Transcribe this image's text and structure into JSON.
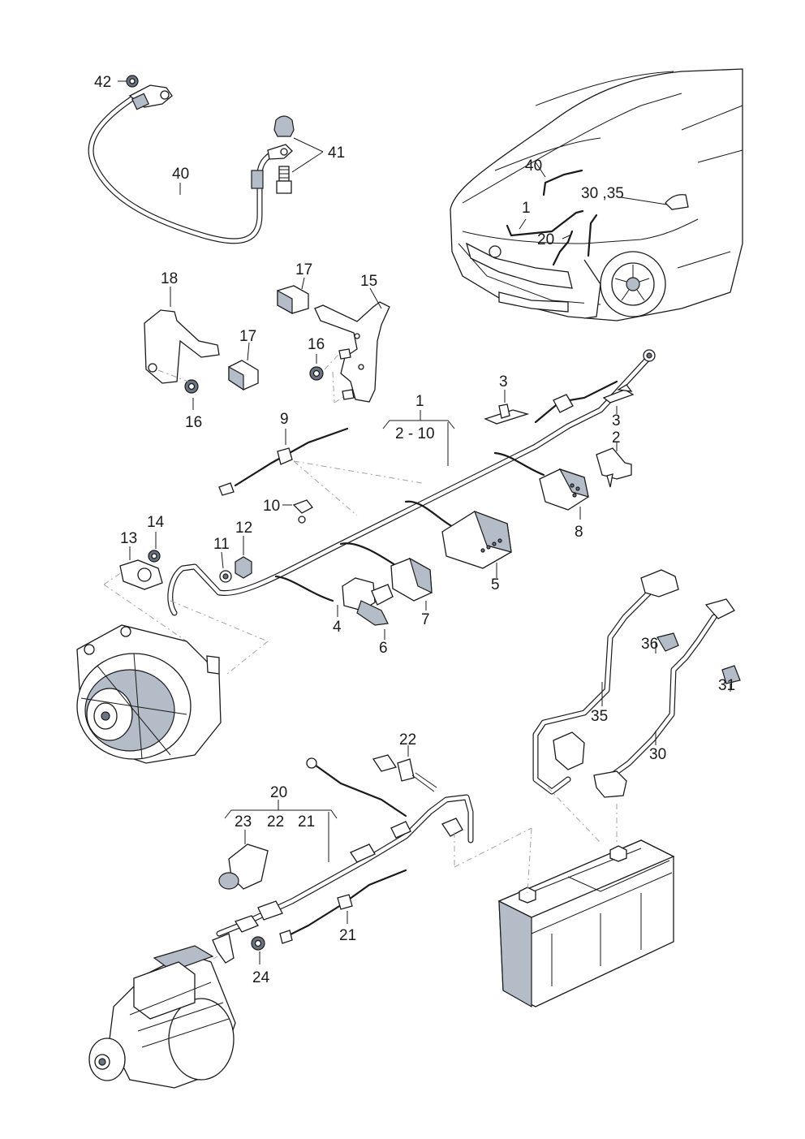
{
  "callouts": {
    "c40_top": "40",
    "c41": "41",
    "c42": "42",
    "c40_car": "40",
    "c30_35_car": "30 ,35",
    "c1_car": "1",
    "c20_car": "20",
    "c18": "18",
    "c17_a": "17",
    "c17_b": "17",
    "c15": "15",
    "c16_a": "16",
    "c16_b": "16",
    "c3_a": "3",
    "c3_b": "3",
    "c1_harness": "1",
    "c2_10": "2 - 10",
    "c9": "9",
    "c2": "2",
    "c8": "8",
    "c10": "10",
    "c14": "14",
    "c13": "13",
    "c11": "11",
    "c12": "12",
    "c5": "5",
    "c4": "4",
    "c7": "7",
    "c6": "6",
    "c36": "36",
    "c31": "31",
    "c35": "35",
    "c30": "30",
    "c22_top": "22",
    "c20": "20",
    "c23": "23",
    "c22_bracket": "22",
    "c21_bracket": "21",
    "c21_low": "21",
    "c24": "24"
  }
}
